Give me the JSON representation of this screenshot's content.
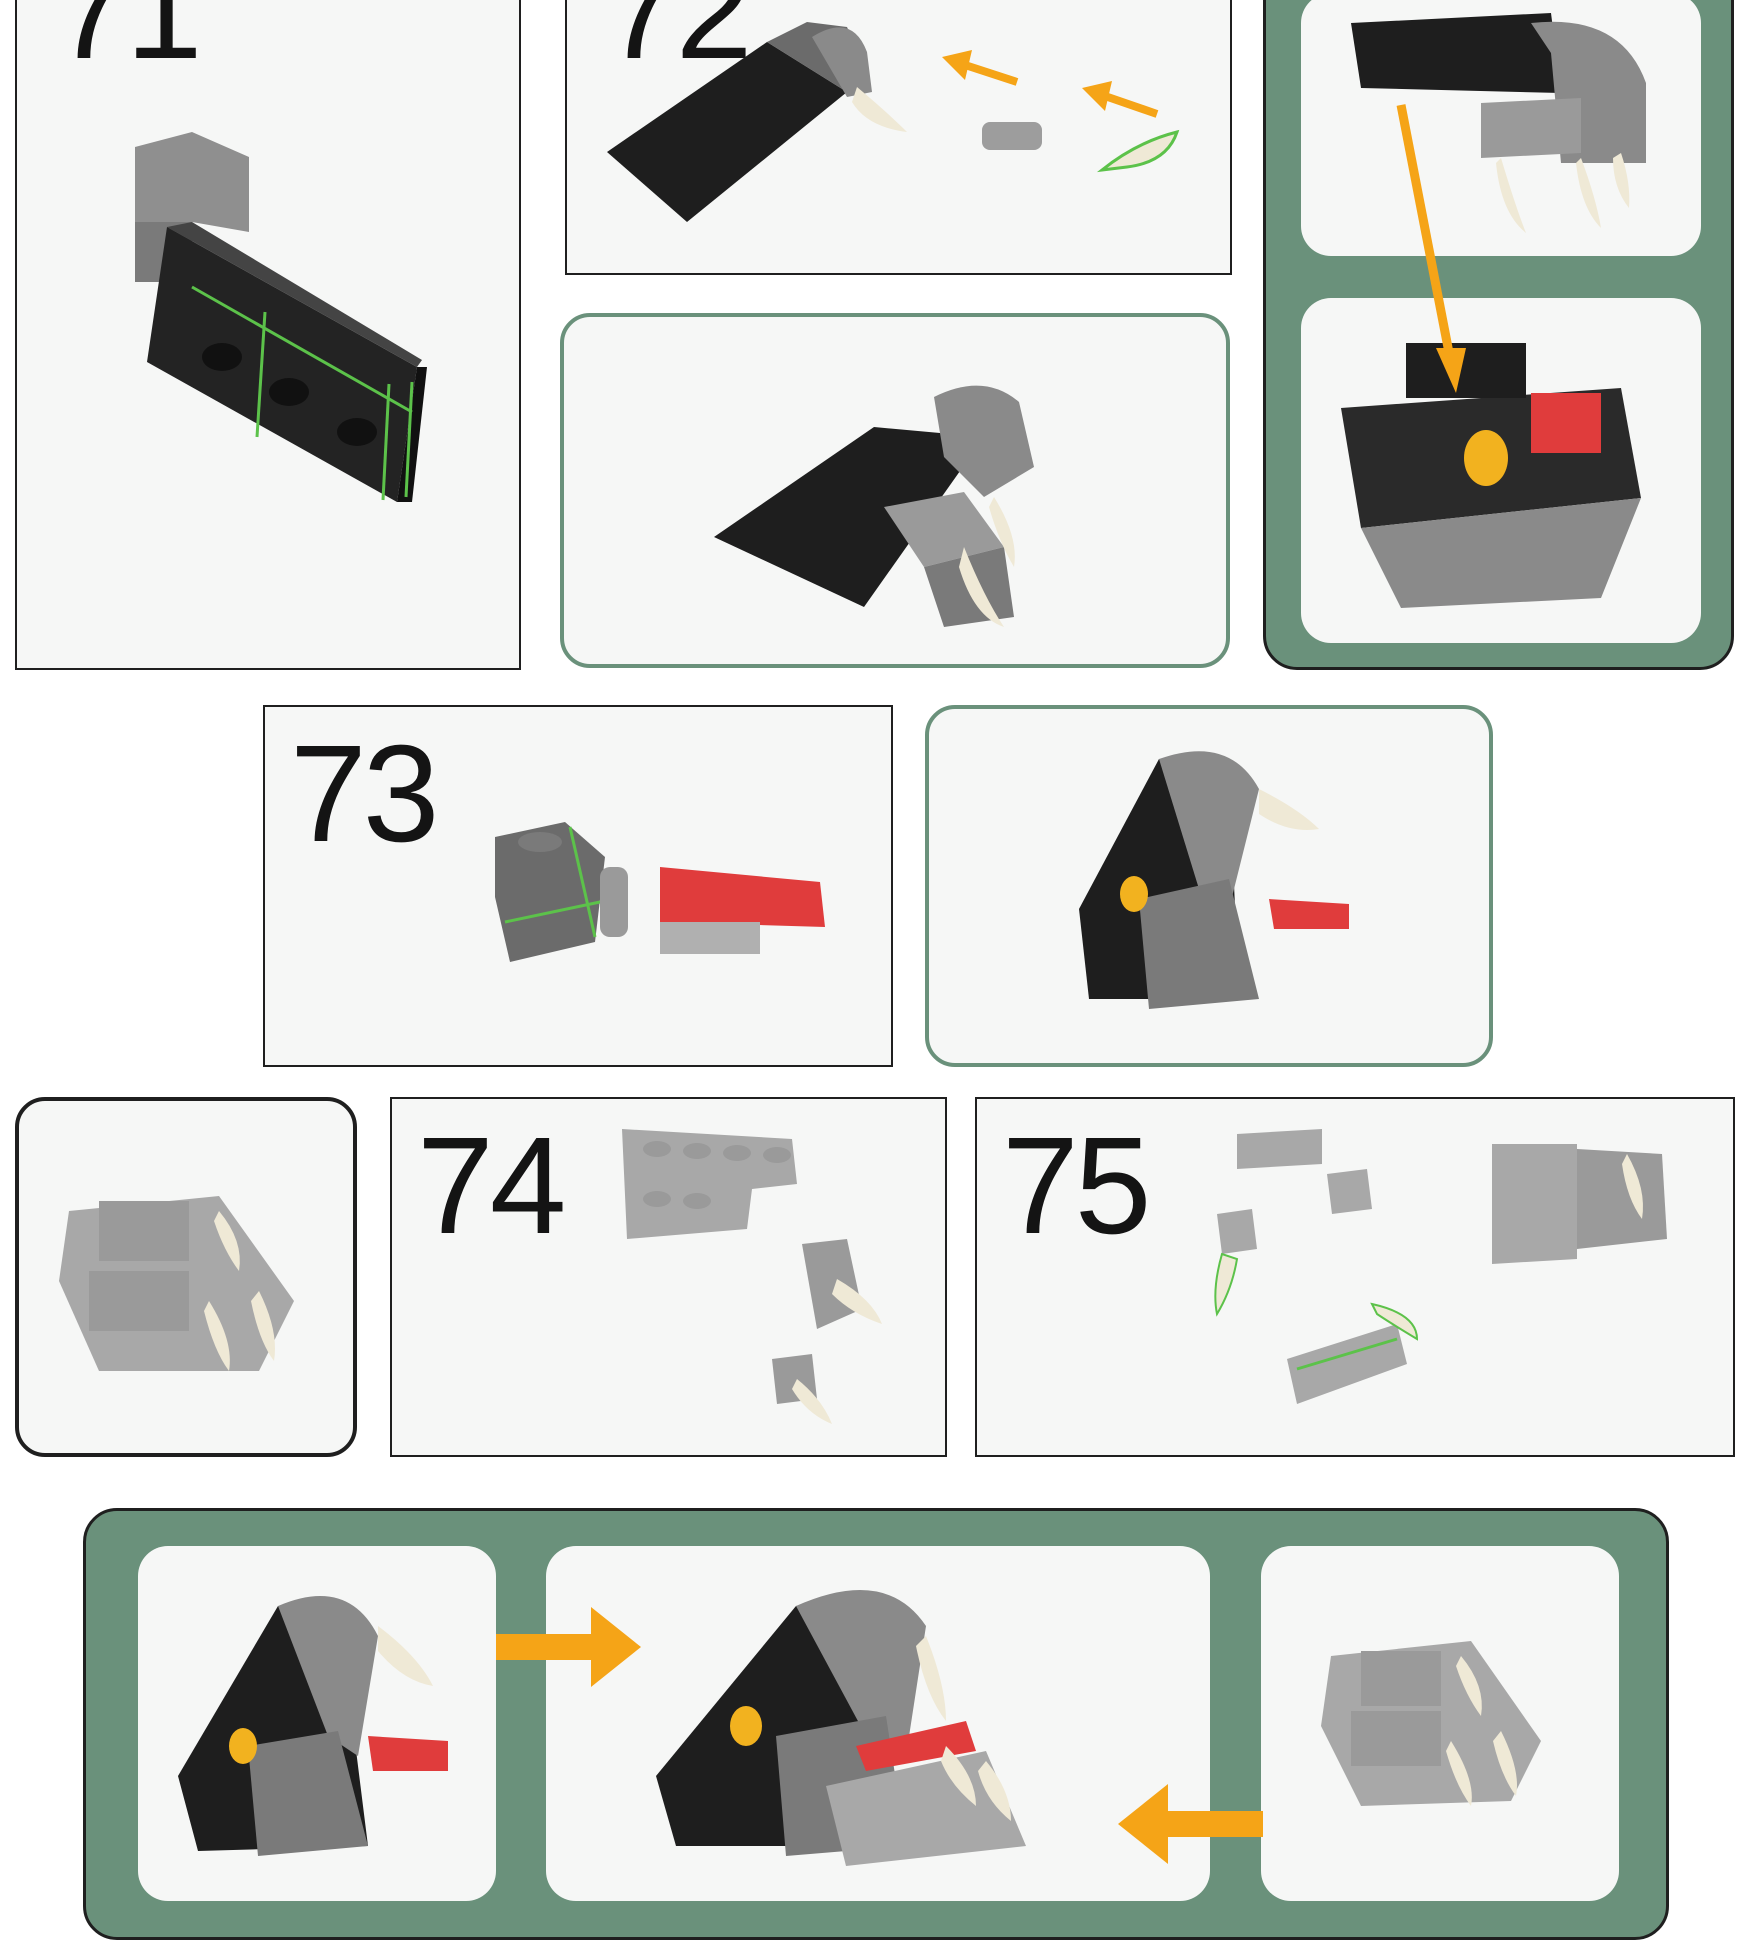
{
  "steps": {
    "s71": "71",
    "s72": "72",
    "s73": "73",
    "s74": "74",
    "s75": "75"
  },
  "colors": {
    "callout_green": "#6a917b",
    "arrow_orange": "#f5a417",
    "guide_green": "#5cc24a",
    "brick_black": "#1e1e1e",
    "brick_dark_gray": "#6b6b6b",
    "brick_light_gray": "#a9a9a9",
    "tooth_white": "#efe9d6",
    "tongue_red": "#e03c3c",
    "eye_yellow": "#f2b21f"
  },
  "icons": [
    "arrow-left-icon",
    "arrow-right-icon",
    "arrow-down-icon"
  ]
}
